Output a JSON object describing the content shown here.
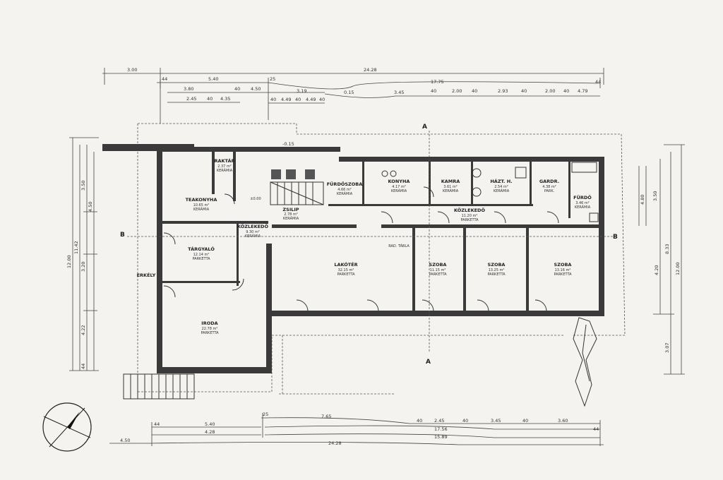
{
  "rooms": {
    "raktar": {
      "name": "RAKTÁR",
      "area": "2.37 m²",
      "floor": "KERÁMIA"
    },
    "teakonyha": {
      "name": "TEAKONYHA",
      "area": "10.65 m²",
      "floor": "KERÁMIA"
    },
    "targyalo": {
      "name": "TÁRGYALÓ",
      "area": "12.14 m²",
      "floor": "PARKETTA"
    },
    "kozlekedo1": {
      "name": "KÖZLEKEDŐ",
      "area": "9.30 m²",
      "floor": "KERÁMIA"
    },
    "iroda": {
      "name": "IRODA",
      "area": "22.78 m²",
      "floor": "PARKETTA"
    },
    "erkely": {
      "name": "ERKÉLY"
    },
    "zsilip": {
      "name": "ZSILIP",
      "area": "2.78 m²",
      "floor": "KERÁMIA"
    },
    "furdoszoba": {
      "name": "FÜRDŐSZOBA",
      "area": "4.66 m²",
      "floor": "KERÁMIA"
    },
    "konyha": {
      "name": "KONYHA",
      "area": "4.17 m²",
      "floor": "KERÁMIA"
    },
    "kamra": {
      "name": "KAMRA",
      "area": "3.61 m²",
      "floor": "KERÁMIA"
    },
    "haztart": {
      "name": "HÁZT. H.",
      "area": "2.54 m²",
      "floor": "KERÁMIA"
    },
    "gardrob": {
      "name": "GARDR.",
      "area": "4.38 m²",
      "floor": "PARK."
    },
    "furdo": {
      "name": "FÜRDŐ",
      "area": "3.46 m²",
      "floor": "KERÁMIA"
    },
    "kozlekedo2": {
      "name": "KÖZLEKEDŐ",
      "area": "11.20 m²",
      "floor": "PARKETTA"
    },
    "lakoter": {
      "name": "LAKÓTÉR",
      "area": "32.15 m²",
      "floor": "PARKETTA"
    },
    "szoba1": {
      "name": "SZOBA",
      "area": "11.15 m²",
      "floor": "PARKETTA"
    },
    "szoba2": {
      "name": "SZOBA",
      "area": "13.25 m²",
      "floor": "PARKETTA"
    },
    "szoba3": {
      "name": "SZOBA",
      "area": "13.16 m²",
      "floor": "PARKETTA"
    }
  },
  "notes": {
    "level": "±0.00",
    "radiator": "RAD. TÁBLA",
    "section_a": "A",
    "section_b": "B",
    "ref_b": "-0.15"
  },
  "dims_top": {
    "row1": [
      "3.00",
      "24.28"
    ],
    "row2": [
      "44",
      "5.40",
      "25",
      "17.75",
      "44"
    ],
    "row3": [
      "3.80",
      "40",
      "4.50",
      "3.19",
      "0.15",
      "3.45",
      "40",
      "2.00",
      "40",
      "2.93",
      "40",
      "2.00",
      "40",
      "4.79"
    ],
    "row4": [
      "2.45",
      "40",
      "4.35",
      "40",
      "4.49",
      "40",
      "4.49",
      "40"
    ]
  },
  "dims_bottom": {
    "row1": [
      "25",
      "7.65",
      "40",
      "2.45",
      "40",
      "3.45",
      "40",
      "3.60"
    ],
    "row2": [
      "44",
      "5.40",
      "17.56",
      "44"
    ],
    "row3": [
      "4.28",
      "15.89"
    ],
    "row4": [
      "4.50",
      "24.28"
    ]
  },
  "dims_left": [
    "12.00",
    "11.42",
    "3.50",
    "4.50",
    "3.20",
    "4.22",
    "44"
  ],
  "dims_right": [
    "12.00",
    "8.33",
    "4.20",
    "3.07",
    "3.50",
    "4.80"
  ]
}
